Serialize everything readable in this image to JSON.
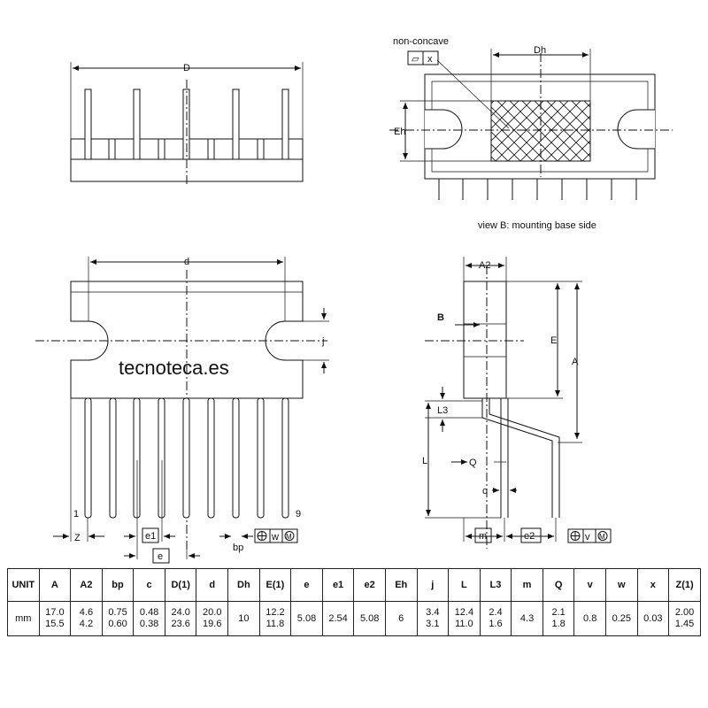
{
  "labels": {
    "D": "D",
    "Dh": "Dh",
    "Eh": "Eh",
    "d": "d",
    "j": "j",
    "A2": "A2",
    "E": "E",
    "A": "A",
    "B": "B",
    "L3": "L3",
    "L": "L",
    "Q": "Q",
    "c": "c",
    "m": "m",
    "e2": "e2",
    "e1": "e1",
    "e": "e",
    "Z": "Z",
    "bp": "bp",
    "pin1": "1",
    "pin9": "9",
    "non_concave": "non-concave",
    "x": "x",
    "w": "w",
    "v": "v",
    "M": "M",
    "view_b": "view B: mounting base side",
    "watermark": "tecnoteca.es"
  },
  "table": {
    "headers": [
      "UNIT",
      "A",
      "A2",
      "bp",
      "c",
      "D(1)",
      "d",
      "Dh",
      "E(1)",
      "e",
      "e1",
      "e2",
      "Eh",
      "j",
      "L",
      "L3",
      "m",
      "Q",
      "v",
      "w",
      "x",
      "Z(1)"
    ],
    "unit": "mm",
    "values": [
      [
        "17.0",
        "15.5"
      ],
      [
        "4.6",
        "4.2"
      ],
      [
        "0.75",
        "0.60"
      ],
      [
        "0.48",
        "0.38"
      ],
      [
        "24.0",
        "23.6"
      ],
      [
        "20.0",
        "19.6"
      ],
      [
        "10"
      ],
      [
        "12.2",
        "11.8"
      ],
      [
        "5.08"
      ],
      [
        "2.54"
      ],
      [
        "5.08"
      ],
      [
        "6"
      ],
      [
        "3.4",
        "3.1"
      ],
      [
        "12.4",
        "11.0"
      ],
      [
        "2.4",
        "1.6"
      ],
      [
        "4.3"
      ],
      [
        "2.1",
        "1.8"
      ],
      [
        "0.8"
      ],
      [
        "0.25"
      ],
      [
        "0.03"
      ],
      [
        "2.00",
        "1.45"
      ]
    ]
  }
}
